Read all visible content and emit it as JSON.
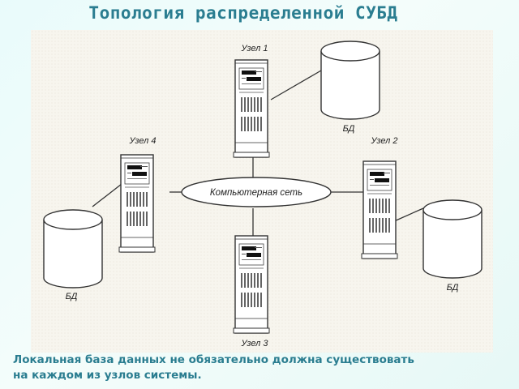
{
  "title": "Топология распределенной СУБД",
  "network_label": "Компьютерная сеть",
  "nodes": [
    {
      "label": "Узел 1",
      "db_label": "БД"
    },
    {
      "label": "Узел 2",
      "db_label": "БД"
    },
    {
      "label": "Узел 3"
    },
    {
      "label": "Узел 4",
      "db_label": "БД"
    }
  ],
  "caption": {
    "line1": "Локальная база данных не обязательно должна существовать",
    "line2": "на каждом из узлов системы."
  }
}
